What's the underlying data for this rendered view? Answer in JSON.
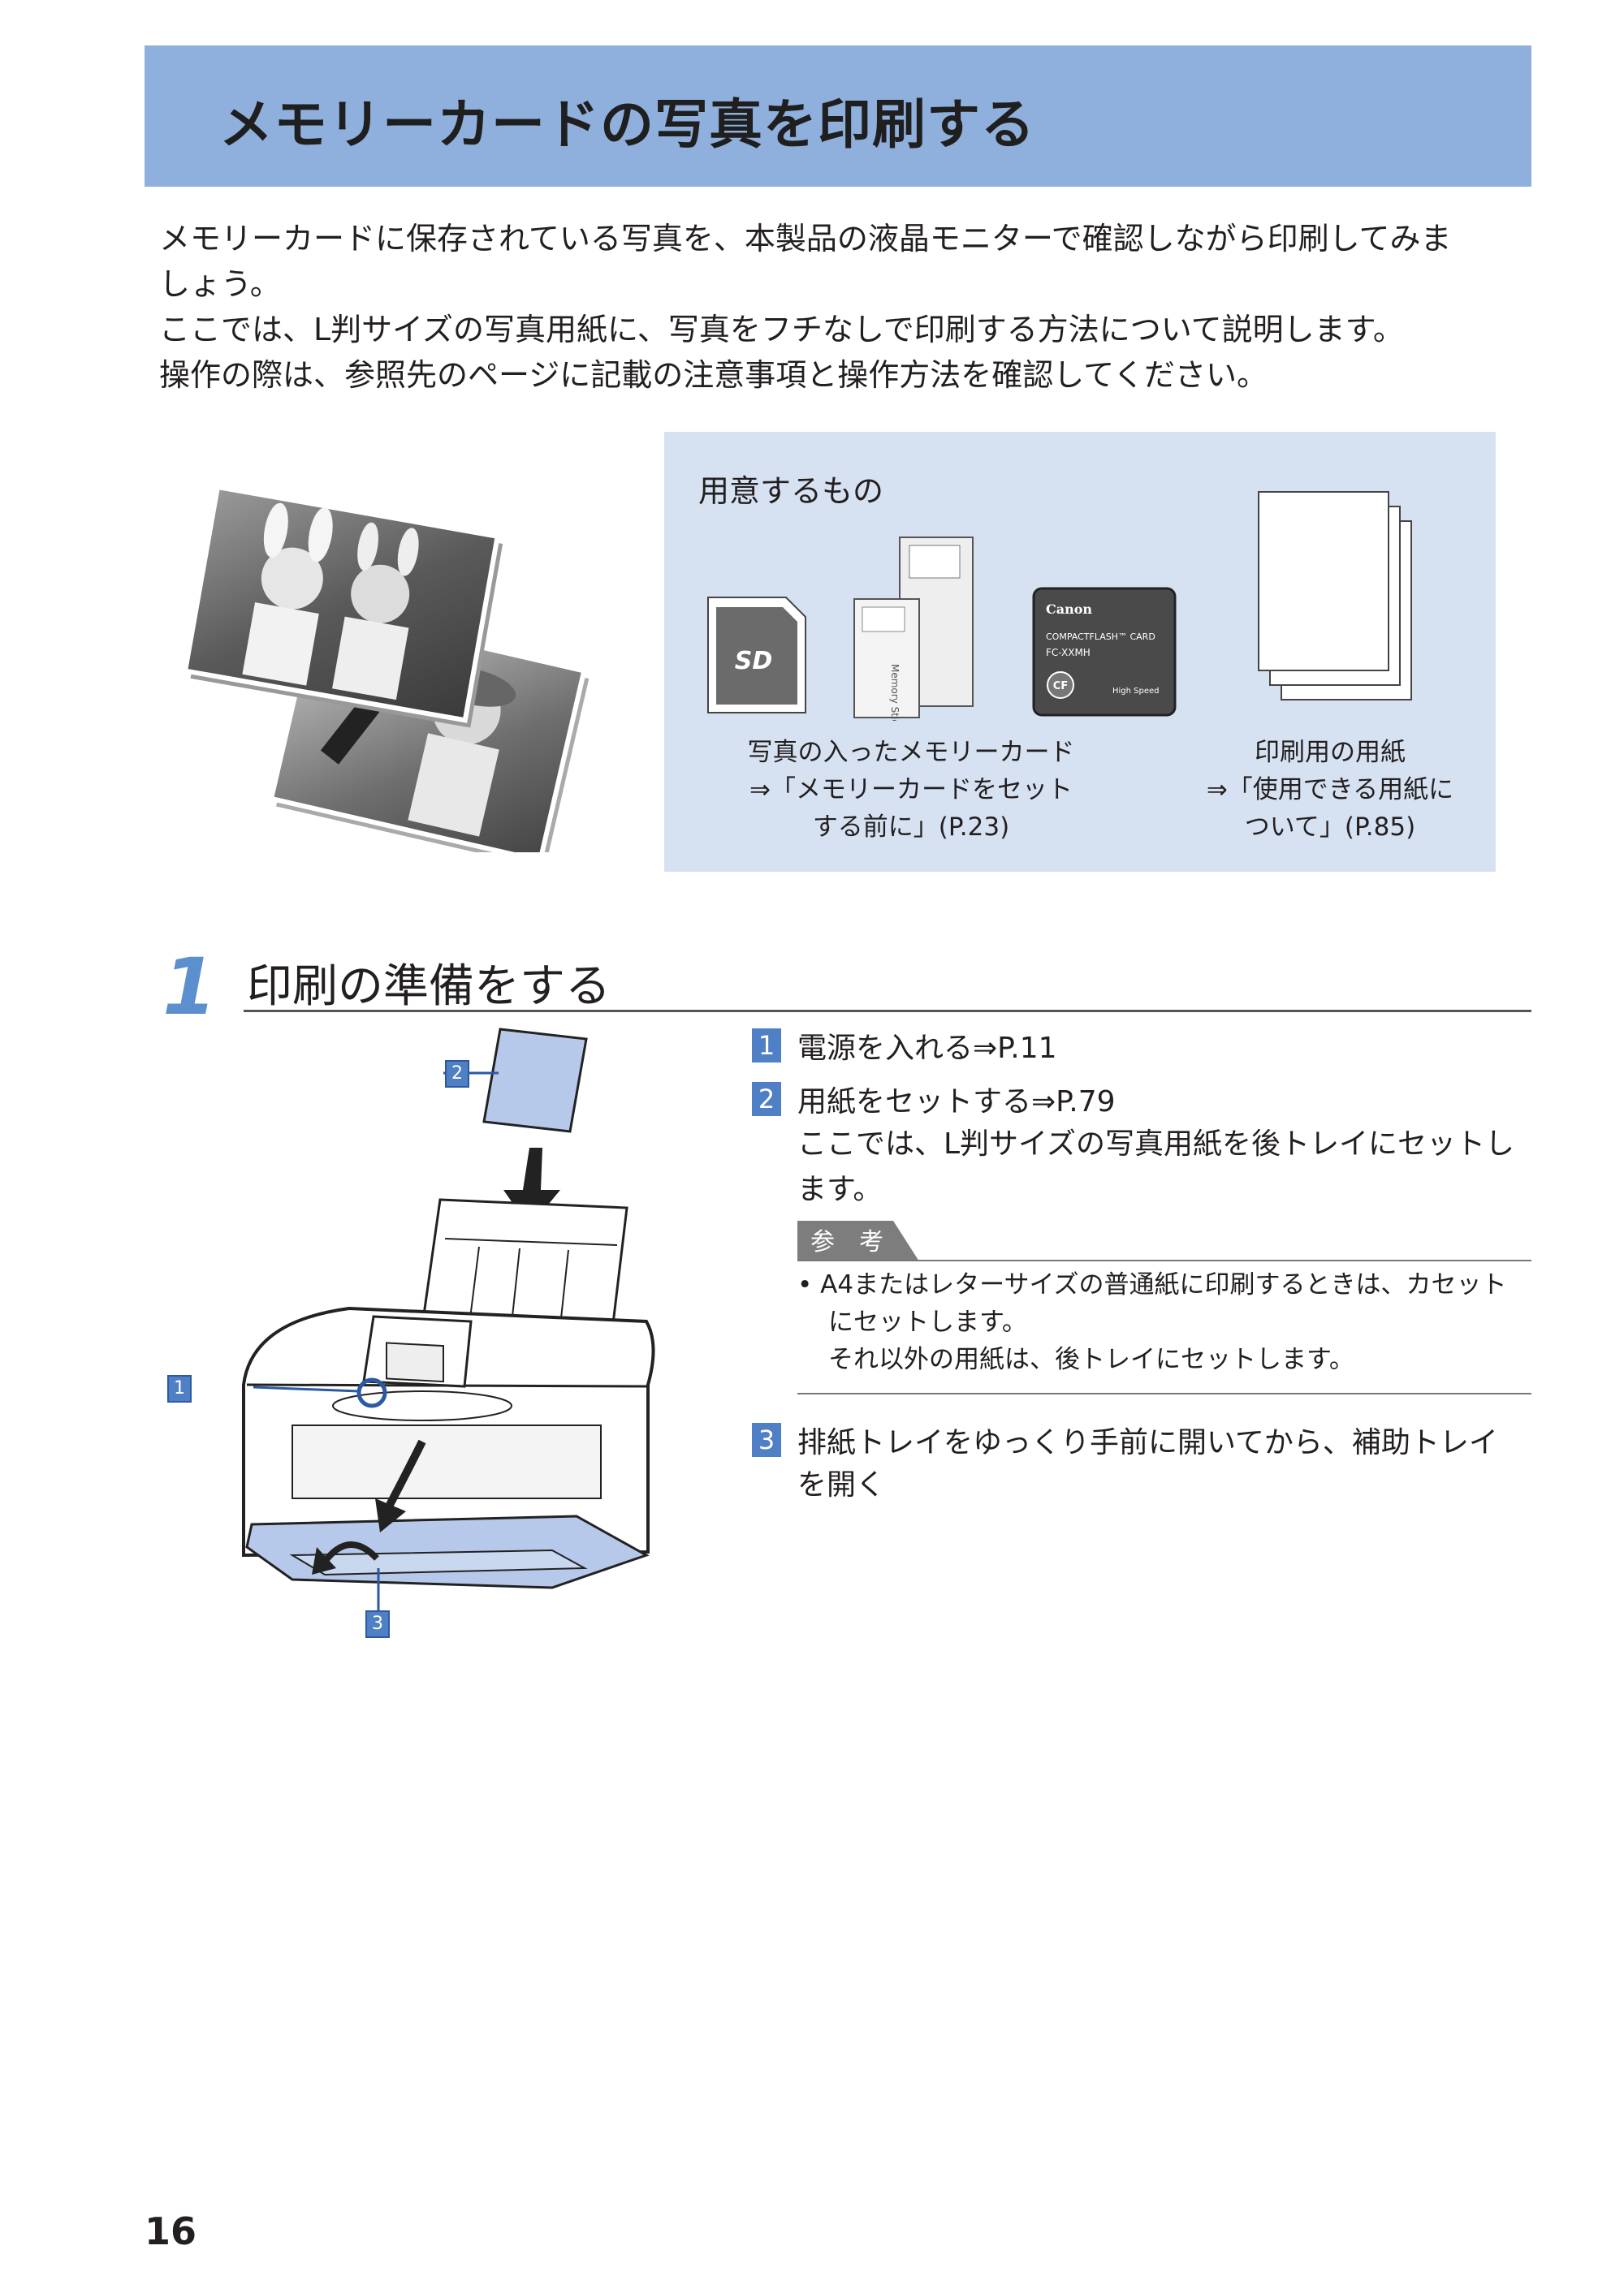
{
  "header": {
    "title": "メモリーカードの写真を印刷する"
  },
  "intro": {
    "line1": "メモリーカードに保存されている写真を、本製品の液晶モニターで確認しながら印刷してみま",
    "line2": "しょう。",
    "line3": "ここでは、L判サイズの写真用紙に、写真をフチなしで印刷する方法について説明します。",
    "line4": "操作の際は、参照先のページに記載の注意事項と操作方法を確認してください。"
  },
  "prep": {
    "title": "用意するもの",
    "memory_caption": [
      "写真の入ったメモリーカード",
      "⇒「メモリーカードをセット",
      "する前に」(P.23)"
    ],
    "paper_caption": [
      "印刷用の用紙",
      "⇒「使用できる用紙に",
      "ついて」(P.85)"
    ],
    "cf_card": {
      "brand": "Canon",
      "line": "COMPACTFLASH™ CARD",
      "model": "FC-XXMH",
      "logo": "CF",
      "speed": "High Speed"
    },
    "sd_logo": "SD",
    "ms_label": "Memory Stick Duo"
  },
  "section": {
    "number": "1",
    "title": "印刷の準備をする",
    "steps": [
      {
        "num": "1",
        "label": "電源を入れる⇒P.11"
      },
      {
        "num": "2",
        "label": "用紙をセットする⇒P.79"
      },
      {
        "num": "3",
        "label": "排紙トレイをゆっくり手前に開いてから、補助トレイ",
        "label2": "を開く"
      }
    ],
    "step2_body": [
      "ここでは、L判サイズの写真用紙を後トレイにセットし",
      "ます。"
    ],
    "note": {
      "tab": "参　考",
      "lines": [
        "• A4またはレターサイズの普通紙に印刷するときは、カセット",
        "にセットします。",
        "それ以外の用紙は、後トレイにセットします。"
      ]
    },
    "callouts": [
      "1",
      "2",
      "3"
    ]
  },
  "page_number": "16",
  "colors": {
    "banner": "#8fb0dc",
    "panel": "#d6e2f2",
    "accent": "#4f7fc4",
    "section_number": "#5c8fce"
  }
}
